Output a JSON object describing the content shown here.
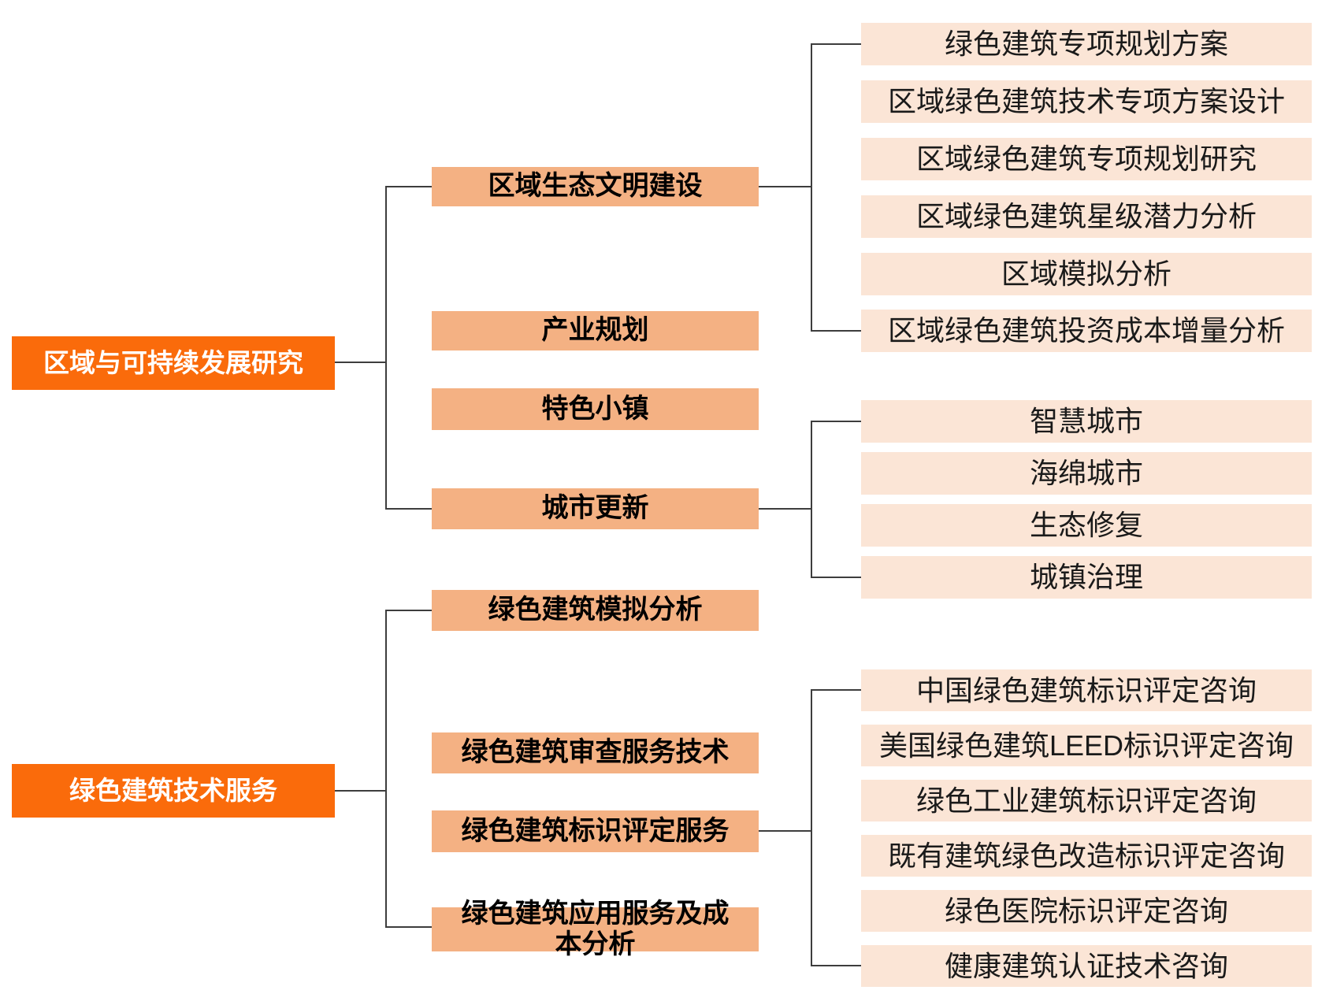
{
  "colors": {
    "root_fill": "#FA6B0B",
    "root_text": "#FFFFFF",
    "branch_fill": "#F4B183",
    "branch_text": "#000000",
    "leaf_fill": "#FBE5D6",
    "leaf_text": "#1A1A1A",
    "connector": "#3D3D3D",
    "background": "#FFFFFF"
  },
  "roots": [
    {
      "label": "区域与可持续发展研究"
    },
    {
      "label": "绿色建筑技术服务"
    }
  ],
  "branches": [
    {
      "label": "区域生态文明建设",
      "parent": "区域与可持续发展研究"
    },
    {
      "label": "产业规划",
      "parent": "区域与可持续发展研究"
    },
    {
      "label": "特色小镇",
      "parent": "区域与可持续发展研究"
    },
    {
      "label": "城市更新",
      "parent": "区域与可持续发展研究"
    },
    {
      "label": "绿色建筑模拟分析",
      "parent": "绿色建筑技术服务"
    },
    {
      "label": "绿色建筑审查服务技术",
      "parent": "绿色建筑技术服务"
    },
    {
      "label": "绿色建筑标识评定服务",
      "parent": "绿色建筑技术服务"
    },
    {
      "label": "绿色建筑应用服务及成本分析",
      "parent": "绿色建筑技术服务"
    }
  ],
  "leaf_groups": [
    {
      "parent": "区域生态文明建设",
      "items": [
        "绿色建筑专项规划方案",
        "区域绿色建筑技术专项方案设计",
        "区域绿色建筑专项规划研究",
        "区域绿色建筑星级潜力分析",
        "区域模拟分析",
        "区域绿色建筑投资成本增量分析"
      ]
    },
    {
      "parent": "城市更新",
      "items": [
        "智慧城市",
        "海绵城市",
        "生态修复",
        "城镇治理"
      ]
    },
    {
      "parent": "绿色建筑标识评定服务",
      "items": [
        "中国绿色建筑标识评定咨询",
        "美国绿色建筑LEED标识评定咨询",
        "绿色工业建筑标识评定咨询",
        "既有建筑绿色改造标识评定咨询",
        "绿色医院标识评定咨询",
        "健康建筑认证技术咨询"
      ]
    }
  ]
}
